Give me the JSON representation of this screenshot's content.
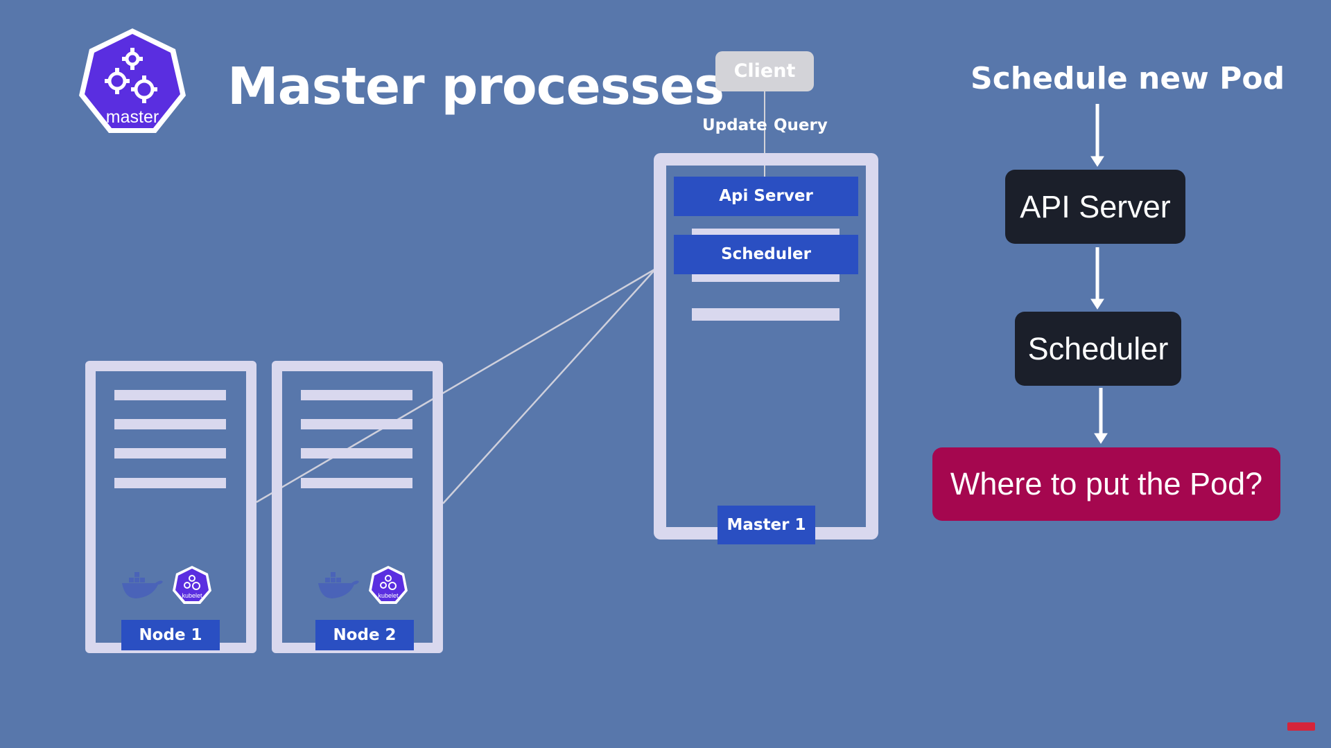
{
  "header": {
    "title": "Master processes",
    "logo_label": "master"
  },
  "client": {
    "label": "Client",
    "update_label": "Update",
    "query_label": "Query"
  },
  "master_node": {
    "processes": [
      "Api Server",
      "Scheduler"
    ],
    "label": "Master 1"
  },
  "worker_nodes": [
    {
      "label": "Node 1",
      "agent_label": "kubelet"
    },
    {
      "label": "Node 2",
      "agent_label": "kubelet"
    }
  ],
  "flow": {
    "title": "Schedule new Pod",
    "steps": [
      "API Server",
      "Scheduler"
    ],
    "question": "Where to put the Pod?"
  },
  "colors": {
    "background": "#5877ab",
    "k8s_purple": "#5a2ee0",
    "process_blue": "#2a4fc2",
    "dark_box": "#1b1f2a",
    "question_magenta": "#a5074f",
    "frame": "#d9d8ee"
  }
}
